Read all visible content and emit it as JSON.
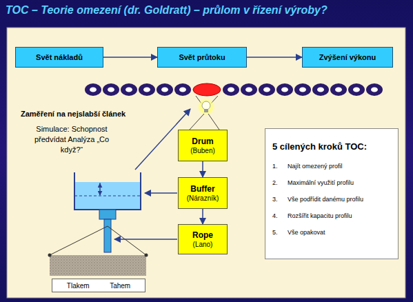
{
  "diagram": {
    "title": "TOC – Teorie omezení (dr. Goldratt) – průlom v řízení výroby?",
    "nodes": [
      {
        "text": [
          "Svět nákladů"
        ]
      },
      {
        "text": [
          "Svět průtoku"
        ]
      },
      {
        "text": [
          "Zvýšení výkonu"
        ]
      },
      {
        "text": [
          "Drum",
          "(Buben)"
        ]
      },
      {
        "text": [
          "Buffer",
          "(Nárazník)"
        ]
      },
      {
        "text": [
          "Rope",
          "(Lano)"
        ]
      },
      {
        "text": [
          "5 cílených kroků TOC:",
          "1.",
          "Najít omezený profil",
          "2.",
          "Maximální využití profilu",
          "3.",
          "Vše podřídit danému profilu",
          "4.",
          "Rozšířit kapacitu profilu",
          "5.",
          "Vše opakovat"
        ]
      },
      {
        "text": [
          "Tlakem",
          "Tahem"
        ]
      }
    ],
    "edges": [
      {
        "from": 0,
        "to": 1,
        "arrow": "to"
      },
      {
        "from": 1,
        "to": 2,
        "arrow": "to"
      },
      {
        "from": 3,
        "to": 4,
        "arrow": "to"
      },
      {
        "from": 4,
        "to": 5,
        "arrow": "to"
      }
    ],
    "labels": [
      "Zaměření na nejslabší článek",
      "Simulace: Schopnost předvídat Analýza „Co když?“"
    ]
  }
}
